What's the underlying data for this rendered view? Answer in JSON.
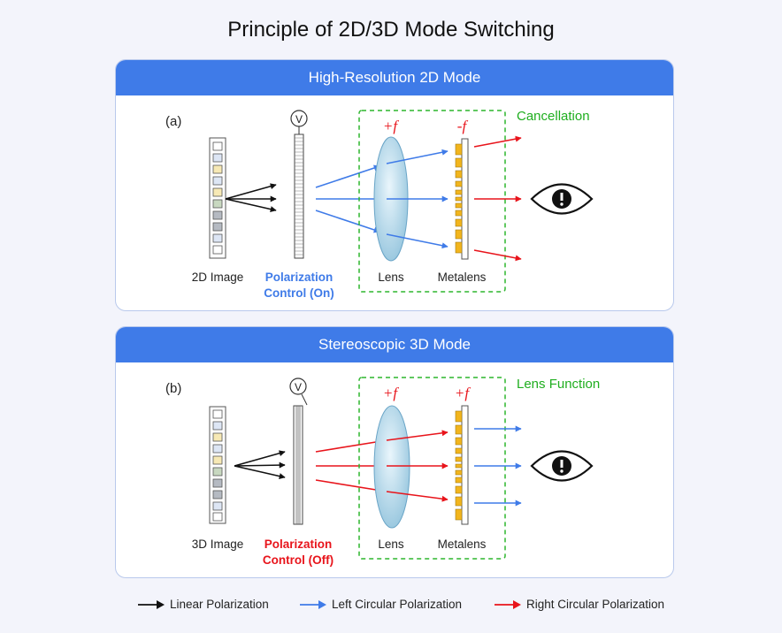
{
  "title": "Principle of 2D/3D Mode Switching",
  "panels": [
    {
      "mode": "High-Resolution 2D Mode",
      "tag": "(a)",
      "image_label": "2D Image",
      "control_label_1": "Polarization",
      "control_label_2": "Control (On)",
      "control_symbol": "V",
      "lens_focal": "+f",
      "metalens_focal": "-f",
      "lens_label": "Lens",
      "metalens_label": "Metalens",
      "result": "Cancellation"
    },
    {
      "mode": "Stereoscopic 3D Mode",
      "tag": "(b)",
      "image_label": "3D Image",
      "control_label_1": "Polarization",
      "control_label_2": "Control (Off)",
      "control_symbol": "V",
      "lens_focal": "+f",
      "metalens_focal": "+f",
      "lens_label": "Lens",
      "metalens_label": "Metalens",
      "result": "Lens Function"
    }
  ],
  "legend": {
    "linear": "Linear Polarization",
    "left": "Left Circular Polarization",
    "right": "Right Circular Polarization"
  },
  "colors": {
    "linear": "#111111",
    "left": "#3f7be8",
    "right": "#e8141b",
    "header": "#3f7be8",
    "accent_green": "#1fae1f",
    "metalens_fill": "#f2b51d"
  }
}
